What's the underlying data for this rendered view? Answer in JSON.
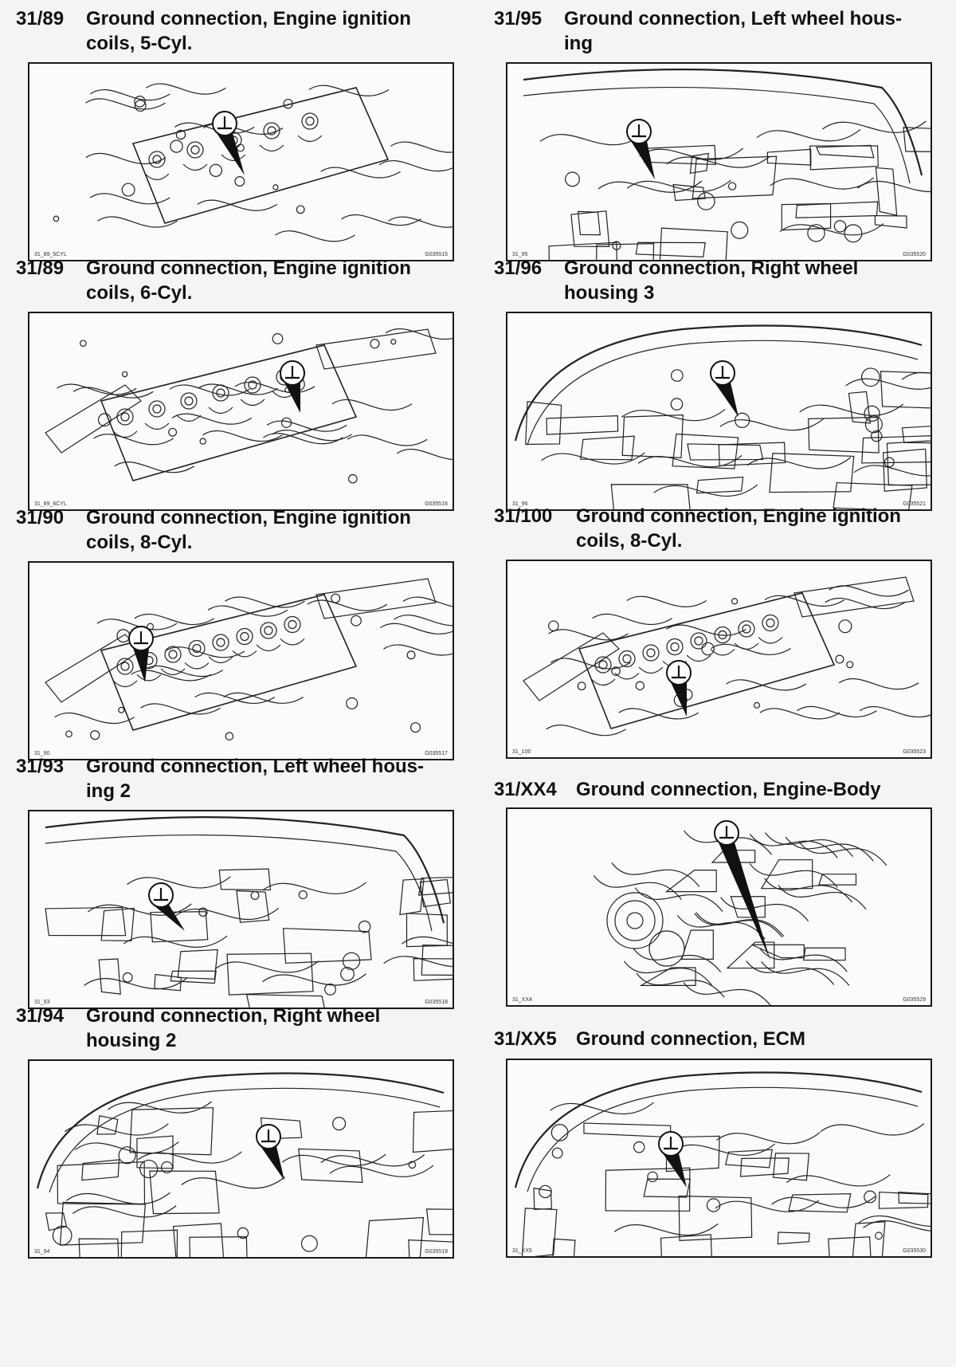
{
  "entries": [
    {
      "code": "31/89",
      "title": "Ground connection, Engine ignition\ncoils, 5-Cyl.",
      "fig_left": "31_89_5CYL",
      "fig_right": "G035515"
    },
    {
      "code": "31/89",
      "title": "Ground connection, Engine ignition\ncoils, 6-Cyl.",
      "fig_left": "31_89_6CYL",
      "fig_right": "G035516"
    },
    {
      "code": "31/90",
      "title": "Ground connection, Engine ignition\ncoils, 8-Cyl.",
      "fig_left": "31_90",
      "fig_right": "G035517"
    },
    {
      "code": "31/93",
      "title": "Ground connection, Left wheel hous-\ning 2",
      "fig_left": "31_93",
      "fig_right": "G035518"
    },
    {
      "code": "31/94",
      "title": "Ground connection, Right wheel\nhousing 2",
      "fig_left": "31_94",
      "fig_right": "G035519"
    },
    {
      "code": "31/95",
      "title": "Ground connection, Left wheel hous-\ning",
      "fig_left": "31_95",
      "fig_right": "G035520"
    },
    {
      "code": "31/96",
      "title": "Ground connection, Right wheel\nhousing 3",
      "fig_left": "31_96",
      "fig_right": "G035521"
    },
    {
      "code": "31/100",
      "title": "Ground connection, Engine ignition\ncoils, 8-Cyl.",
      "fig_left": "31_100",
      "fig_right": "G035523"
    },
    {
      "code": "31/XX4",
      "title": "Ground connection, Engine-Body",
      "fig_left": "31_XX4",
      "fig_right": "G035529"
    },
    {
      "code": "31/XX5",
      "title": "Ground connection, ECM",
      "fig_left": "31_XX5",
      "fig_right": "G035530"
    }
  ],
  "icons": {
    "ground_symbol": "ground-symbol-icon",
    "line_art": "engine-bay-line-drawing"
  },
  "colors": {
    "ink": "#111111",
    "paper": "#f4f4f2",
    "frame": "#1a1a1a"
  }
}
